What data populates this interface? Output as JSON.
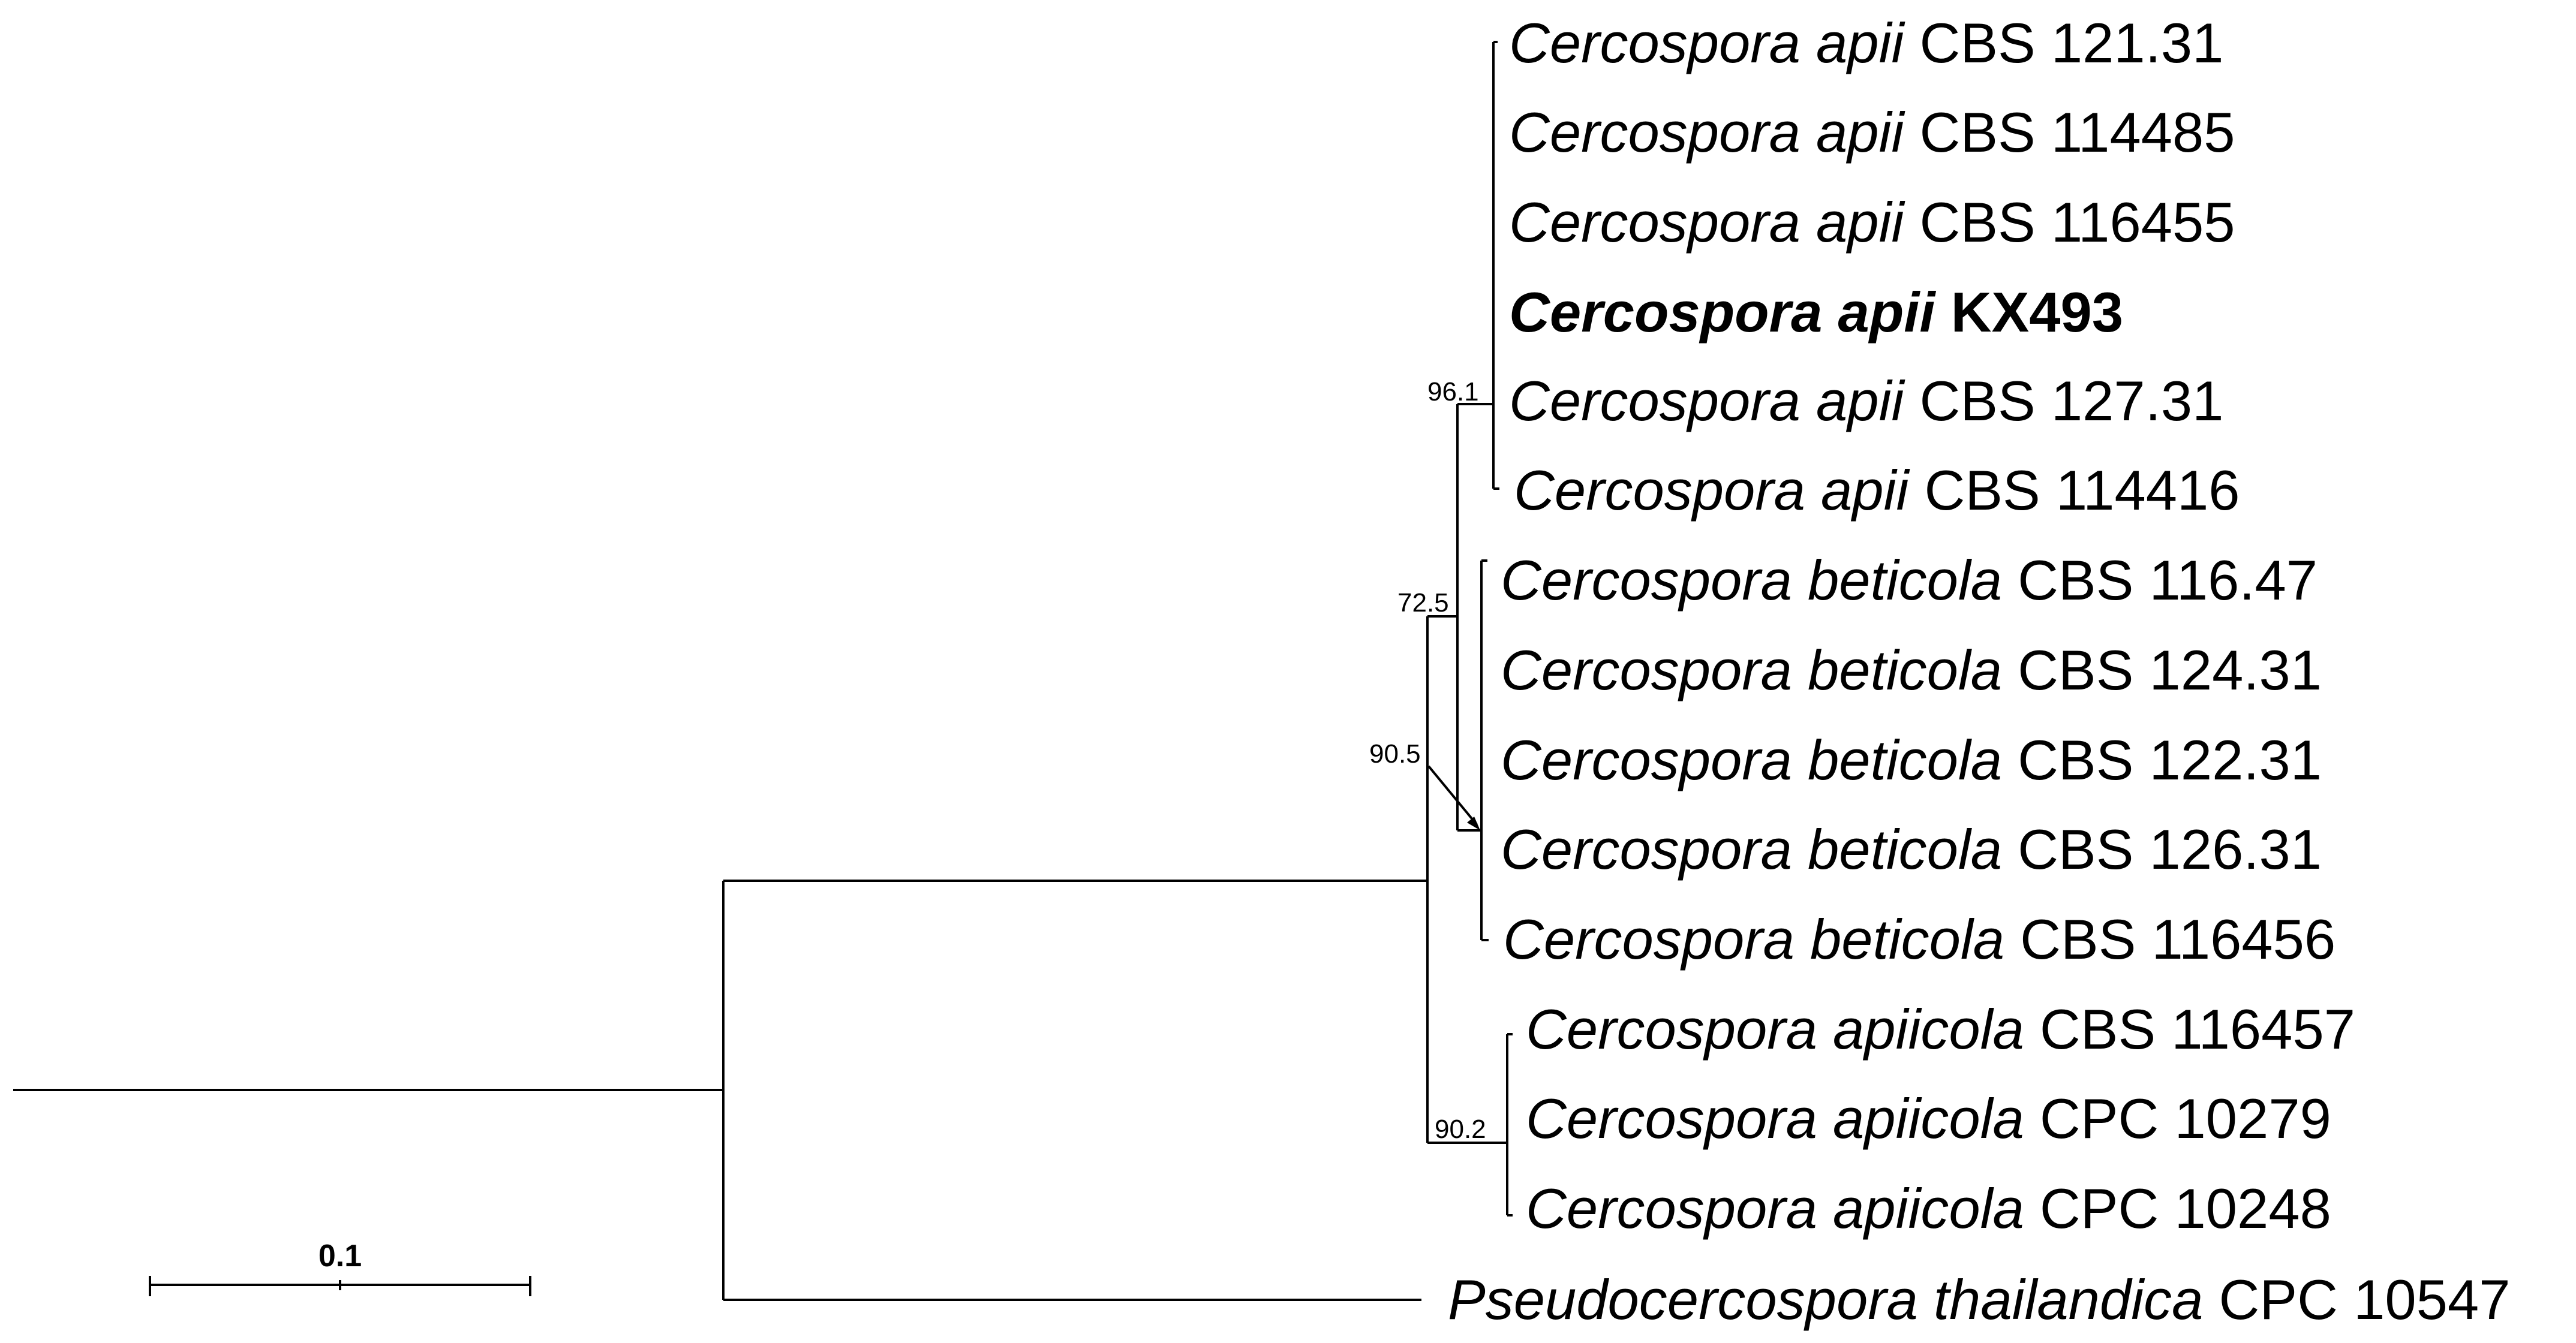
{
  "taxa": [
    {
      "genus": "Cercospora",
      "species": "apii",
      "strain": "CBS 121.31",
      "highlight": false
    },
    {
      "genus": "Cercospora",
      "species": "apii",
      "strain": "CBS 114485",
      "highlight": false
    },
    {
      "genus": "Cercospora",
      "species": "apii",
      "strain": "CBS 116455",
      "highlight": false
    },
    {
      "genus": "Cercospora",
      "species": "apii",
      "strain": "KX493",
      "highlight": true
    },
    {
      "genus": "Cercospora",
      "species": "apii",
      "strain": "CBS 127.31",
      "highlight": false
    },
    {
      "genus": "Cercospora",
      "species": "apii",
      "strain": "CBS 114416",
      "highlight": false
    },
    {
      "genus": "Cercospora",
      "species": "beticola",
      "strain": "CBS 116.47",
      "highlight": false
    },
    {
      "genus": "Cercospora",
      "species": "beticola",
      "strain": "CBS 124.31",
      "highlight": false
    },
    {
      "genus": "Cercospora",
      "species": "beticola",
      "strain": "CBS 122.31",
      "highlight": false
    },
    {
      "genus": "Cercospora",
      "species": "beticola",
      "strain": "CBS 126.31",
      "highlight": false
    },
    {
      "genus": "Cercospora",
      "species": "beticola",
      "strain": "CBS 116456",
      "highlight": false
    },
    {
      "genus": "Cercospora",
      "species": "apiicola",
      "strain": "CBS 116457",
      "highlight": false
    },
    {
      "genus": "Cercospora",
      "species": "apiicola",
      "strain": "CPC 10279",
      "highlight": false
    },
    {
      "genus": "Cercospora",
      "species": "apiicola",
      "strain": "CPC 10248",
      "highlight": false
    },
    {
      "genus": "Pseudocercospora",
      "species": "thailandica",
      "strain": "CPC 10547",
      "highlight": false
    }
  ],
  "bootstrap": [
    {
      "id": "apii-clade",
      "value": "96.1"
    },
    {
      "id": "apii-beticola-clade",
      "value": "72.5"
    },
    {
      "id": "beticola-clade",
      "value": "90.5"
    },
    {
      "id": "apiicola-clade",
      "value": "90.2"
    }
  ],
  "scale_bar": {
    "label": "0.1"
  }
}
